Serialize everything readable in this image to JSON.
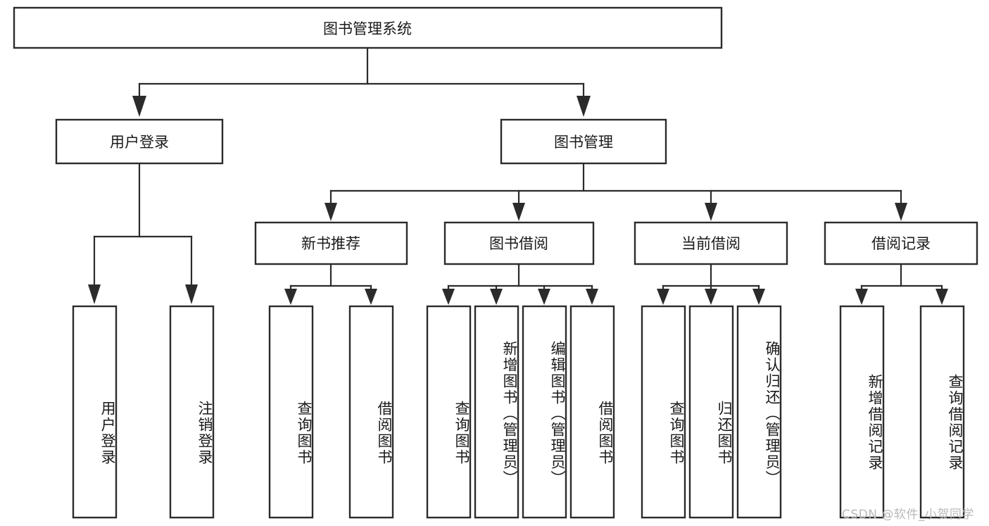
{
  "diagram": {
    "type": "tree",
    "title": "图书管理系统",
    "root": {
      "id": "root",
      "label": "图书管理系统",
      "orientation": "horizontal"
    },
    "level2": [
      {
        "id": "user-login",
        "label": "用户登录",
        "orientation": "horizontal"
      },
      {
        "id": "book-manage",
        "label": "图书管理",
        "orientation": "horizontal"
      }
    ],
    "level3": [
      {
        "id": "new-book-recommend",
        "label": "新书推荐",
        "orientation": "horizontal",
        "parent": "book-manage"
      },
      {
        "id": "book-borrow",
        "label": "图书借阅",
        "orientation": "horizontal",
        "parent": "book-manage"
      },
      {
        "id": "current-borrow",
        "label": "当前借阅",
        "orientation": "horizontal",
        "parent": "book-manage"
      },
      {
        "id": "borrow-record",
        "label": "借阅记录",
        "orientation": "horizontal",
        "parent": "book-manage"
      }
    ],
    "leaves": [
      {
        "id": "leaf-user-login",
        "label": "用户登录",
        "parent": "user-login",
        "orientation": "vertical"
      },
      {
        "id": "leaf-user-logout",
        "label": "注销登录",
        "parent": "user-login",
        "orientation": "vertical"
      },
      {
        "id": "leaf-query-book-1",
        "label": "查询图书",
        "parent": "new-book-recommend",
        "orientation": "vertical"
      },
      {
        "id": "leaf-borrow-book-1",
        "label": "借阅图书",
        "parent": "new-book-recommend",
        "orientation": "vertical"
      },
      {
        "id": "leaf-query-book-2",
        "label": "查询图书",
        "parent": "book-borrow",
        "orientation": "vertical"
      },
      {
        "id": "leaf-add-book",
        "label": "新增图书（管理员）",
        "parent": "book-borrow",
        "orientation": "vertical"
      },
      {
        "id": "leaf-edit-book",
        "label": "编辑图书（管理员）",
        "parent": "book-borrow",
        "orientation": "vertical"
      },
      {
        "id": "leaf-borrow-book-2",
        "label": "借阅图书",
        "parent": "book-borrow",
        "orientation": "vertical"
      },
      {
        "id": "leaf-query-book-3",
        "label": "查询图书",
        "parent": "current-borrow",
        "orientation": "vertical"
      },
      {
        "id": "leaf-return-book",
        "label": "归还图书",
        "parent": "current-borrow",
        "orientation": "vertical"
      },
      {
        "id": "leaf-confirm-return",
        "label": "确认归还（管理员）",
        "parent": "current-borrow",
        "orientation": "vertical"
      },
      {
        "id": "leaf-add-record",
        "label": "新增借阅记录",
        "parent": "borrow-record",
        "orientation": "vertical"
      },
      {
        "id": "leaf-query-record",
        "label": "查询借阅记录",
        "parent": "borrow-record",
        "orientation": "vertical"
      }
    ],
    "watermark": "CSDN @软件_小贺同学",
    "colors": {
      "box_stroke": "#2b2b2b",
      "box_fill": "#ffffff",
      "connector": "#2b2b2b",
      "text": "#1a1a1a",
      "watermark": "#b9b9b9",
      "background": "#ffffff"
    }
  }
}
